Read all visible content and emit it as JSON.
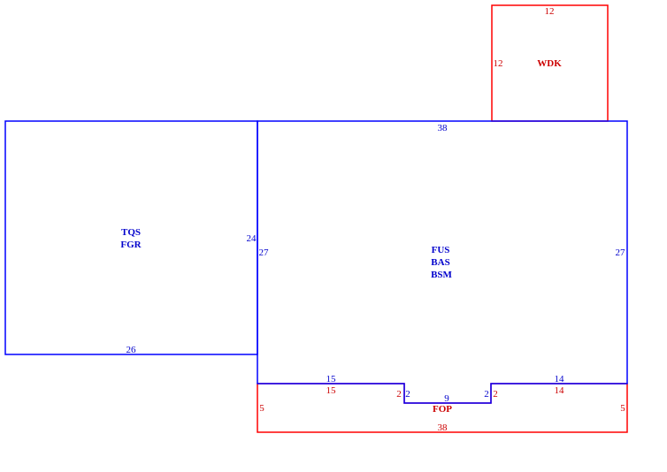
{
  "colors": {
    "primary_outline": "#0000ff",
    "secondary_outline": "#ff0000",
    "primary_label": "#0000cc",
    "secondary_label": "#cc0000"
  },
  "areas": {
    "garage": {
      "labels": [
        "TQS",
        "FGR"
      ],
      "dims": {
        "bottom": "26",
        "right": "24"
      }
    },
    "main": {
      "labels": [
        "FUS",
        "BAS",
        "BSM"
      ],
      "dims": {
        "top": "38",
        "left": "27",
        "right": "27",
        "bottom_left": "15",
        "bottom_right": "14",
        "notch_left": "2",
        "notch_right": "2",
        "notch_bottom": "9"
      }
    },
    "deck": {
      "labels": [
        "WDK"
      ],
      "dims": {
        "top": "12",
        "left": "12"
      }
    },
    "porch": {
      "labels": [
        "FOP"
      ],
      "dims": {
        "top_left": "15",
        "top_right": "14",
        "notch_left": "2",
        "notch_right": "2",
        "left": "5",
        "right": "5",
        "bottom": "38"
      }
    }
  }
}
